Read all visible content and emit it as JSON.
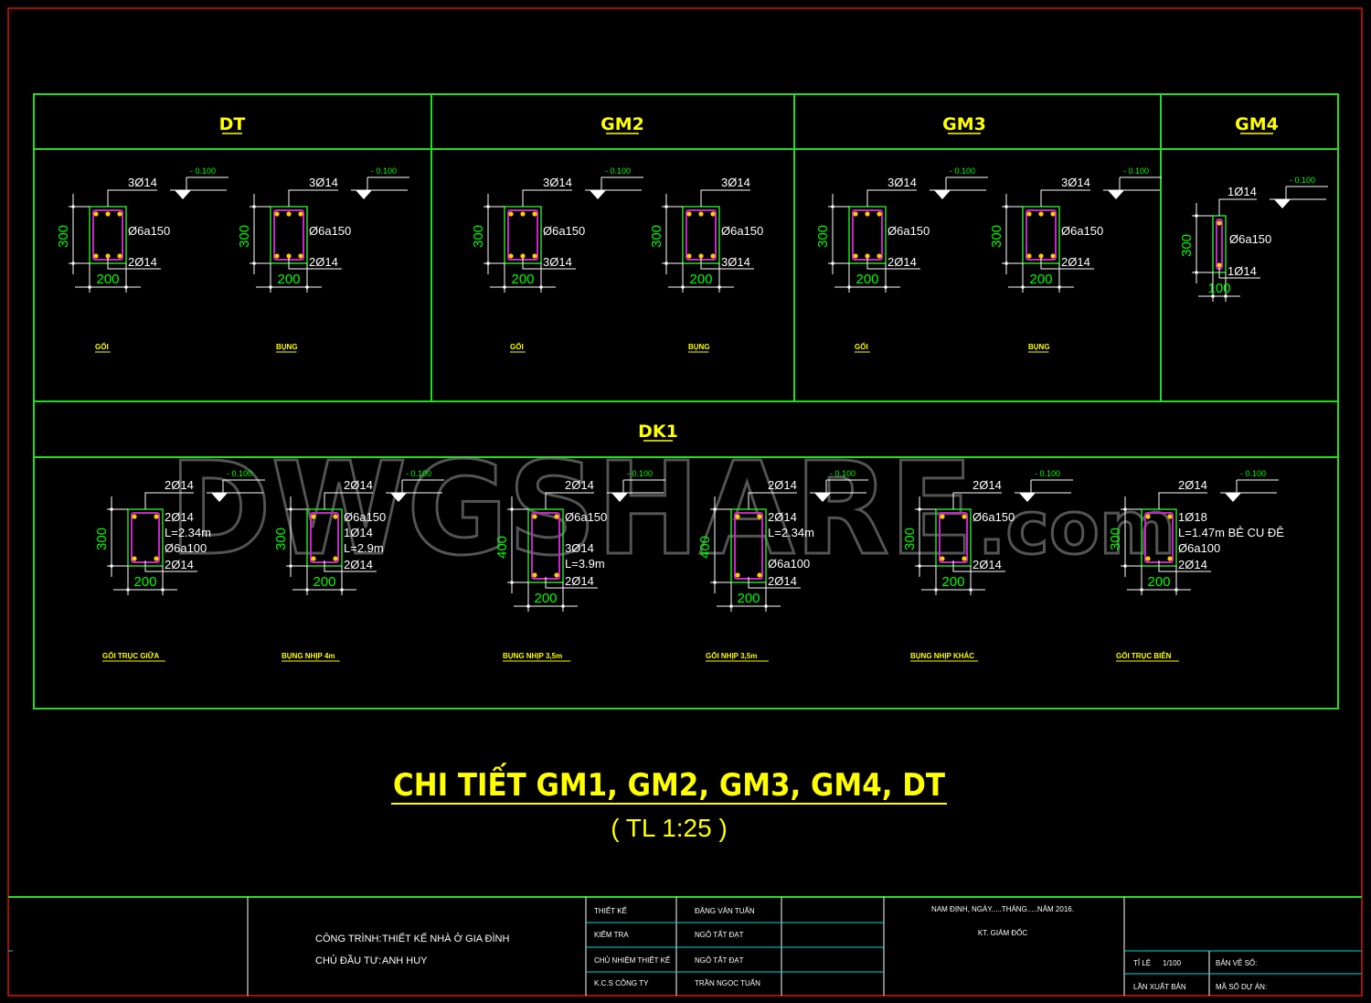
{
  "colors": {
    "background": "#000000",
    "frame": "#e01010",
    "grid": "#22dd22",
    "title": "#ffff00",
    "label_white": "#ffffff",
    "dim_green": "#00ff00",
    "stirrup": "#cc22cc",
    "rebar": "#ffcc00",
    "watermark": "#8a8a8a",
    "titleblock_cyan": "#00d8d8"
  },
  "watermark": {
    "text": "DWGSHARE",
    "suffix": ".com"
  },
  "top_headers": [
    "DT",
    "GM2",
    "GM3",
    "GM4"
  ],
  "dk_header": "DK1",
  "top_sections": [
    {
      "elev": "- 0.100",
      "top": "3Ø14",
      "stirrup": "Ø6a150",
      "bottom": "2Ø14",
      "h": "300",
      "w": "200",
      "caption": "GỐI"
    },
    {
      "elev": "- 0.100",
      "top": "3Ø14",
      "stirrup": "Ø6a150",
      "bottom": "2Ø14",
      "h": "300",
      "w": "200",
      "caption": "BỤNG"
    },
    {
      "elev": "- 0.100",
      "top": "3Ø14",
      "stirrup": "Ø6a150",
      "bottom": "3Ø14",
      "h": "300",
      "w": "200",
      "caption": "GỐI"
    },
    {
      "elev": "",
      "top": "3Ø14",
      "stirrup": "Ø6a150",
      "bottom": "3Ø14",
      "h": "300",
      "w": "200",
      "caption": "BỤNG"
    },
    {
      "elev": "- 0.100",
      "top": "3Ø14",
      "stirrup": "Ø6a150",
      "bottom": "2Ø14",
      "h": "300",
      "w": "200",
      "caption": "GỐI"
    },
    {
      "elev": "- 0.100",
      "top": "3Ø14",
      "stirrup": "Ø6a150",
      "bottom": "2Ø14",
      "h": "300",
      "w": "200",
      "caption": "BỤNG"
    },
    {
      "elev": "- 0.100",
      "top": "1Ø14",
      "stirrup": "Ø6a150",
      "bottom": "1Ø14",
      "h": "300",
      "w": "100",
      "caption": ""
    }
  ],
  "dk_sections": [
    {
      "elev": "- 0.100",
      "top": "2Ø14",
      "notes": [
        "2Ø14",
        "L=2.34m",
        "Ø6a100"
      ],
      "bottom": "2Ø14",
      "h": "300",
      "w": "200",
      "caption": "GỐI TRỤC GIỮA"
    },
    {
      "elev": "- 0.100",
      "top": "2Ø14",
      "notes": [
        "Ø6a150",
        "1Ø14",
        "L=2.9m"
      ],
      "bottom": "2Ø14",
      "h": "300",
      "w": "200",
      "caption": "BỤNG NHỊP 4m"
    },
    {
      "elev": "- 0.100",
      "top": "2Ø14",
      "notes": [
        "Ø6a150",
        "",
        "3Ø14",
        "L=3.9m"
      ],
      "bottom": "2Ø14",
      "h": "400",
      "w": "200",
      "caption": "BỤNG NHỊP 3,5m"
    },
    {
      "elev": "- 0.100",
      "top": "2Ø14",
      "notes": [
        "2Ø14",
        "L=2.34m",
        "",
        "Ø6a100"
      ],
      "bottom": "2Ø14",
      "h": "400",
      "w": "200",
      "caption": "GỐI NHỊP 3,5m"
    },
    {
      "elev": "- 0.100",
      "top": "2Ø14",
      "notes": [
        "Ø6a150"
      ],
      "bottom": "2Ø14",
      "h": "300",
      "w": "200",
      "caption": "BỤNG NHỊP KHÁC"
    },
    {
      "elev": "- 0.100",
      "top": "2Ø14",
      "notes": [
        "1Ø18",
        "L=1.47m  BẺ CU ĐÊ",
        "Ø6a100"
      ],
      "bottom": "2Ø14",
      "h": "300",
      "w": "200",
      "caption": "GỐI TRỤC BIÊN"
    }
  ],
  "main_title": "CHI TIẾT GM1, GM2, GM3, GM4, DT",
  "scale_note": "( TL 1:25 )",
  "title_block": {
    "project_label": "CÔNG TRÌNH:",
    "project_value": "THIẾT KẾ NHÀ Ở GIA ĐÌNH",
    "owner_label": "CHỦ ĐẦU TƯ:",
    "owner_value": "ANH HUY",
    "roles": [
      {
        "role": "THIẾT KẾ",
        "name": "ĐẶNG VĂN TUẤN"
      },
      {
        "role": "KIỂM TRA",
        "name": "NGÔ TẤT ĐẠT"
      },
      {
        "role": "CHỦ NHIỆM THIẾT KẾ",
        "name": "NGÔ TẤT ĐẠT"
      },
      {
        "role": "K.C.S CÔNG TY",
        "name": "TRẦN NGỌC TUẤN"
      }
    ],
    "date_line": "NAM ĐỊNH, NGÀY.....THÁNG.....NĂM 2016.",
    "director": "KT. GIÁM ĐỐC",
    "scale_label": "TỈ LỆ",
    "scale_value": "1/100",
    "sheet_label": "BẢN VẼ SỐ:",
    "issue_label": "LẦN XUẤT BẢN",
    "project_code_label": "MÃ SỐ DỰ ÁN:"
  }
}
